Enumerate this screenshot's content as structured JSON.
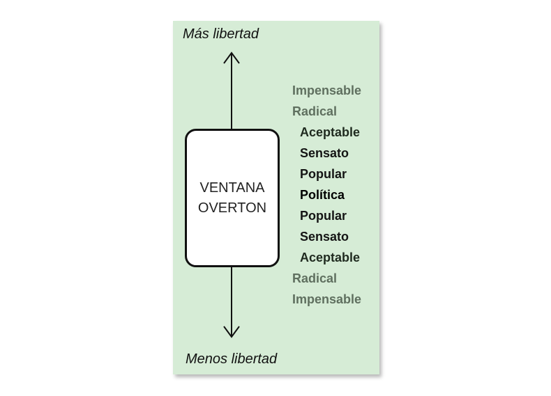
{
  "diagram": {
    "top_label": "Más libertad",
    "bottom_label": "Menos libertad",
    "window": {
      "line1": "VENTANA",
      "line2": "OVERTON"
    },
    "scale": [
      {
        "label": "Impensable",
        "level": "outer",
        "color": "#5f6f5f"
      },
      {
        "label": "Radical",
        "level": "outer",
        "color": "#5f6f5f"
      },
      {
        "label": "Aceptable",
        "level": "inner",
        "color": "#1f2a1f"
      },
      {
        "label": "Sensato",
        "level": "inner",
        "color": "#141414"
      },
      {
        "label": "Popular",
        "level": "inner",
        "color": "#141414"
      },
      {
        "label": "Política",
        "level": "inner",
        "color": "#000000"
      },
      {
        "label": "Popular",
        "level": "inner",
        "color": "#141414"
      },
      {
        "label": "Sensato",
        "level": "inner",
        "color": "#141414"
      },
      {
        "label": "Aceptable",
        "level": "inner",
        "color": "#1f2a1f"
      },
      {
        "label": "Radical",
        "level": "outer",
        "color": "#5f6f5f"
      },
      {
        "label": "Impensable",
        "level": "outer",
        "color": "#5f6f5f"
      }
    ],
    "colors": {
      "panel_background": "#d6ecd6",
      "axis": "#111111"
    }
  }
}
